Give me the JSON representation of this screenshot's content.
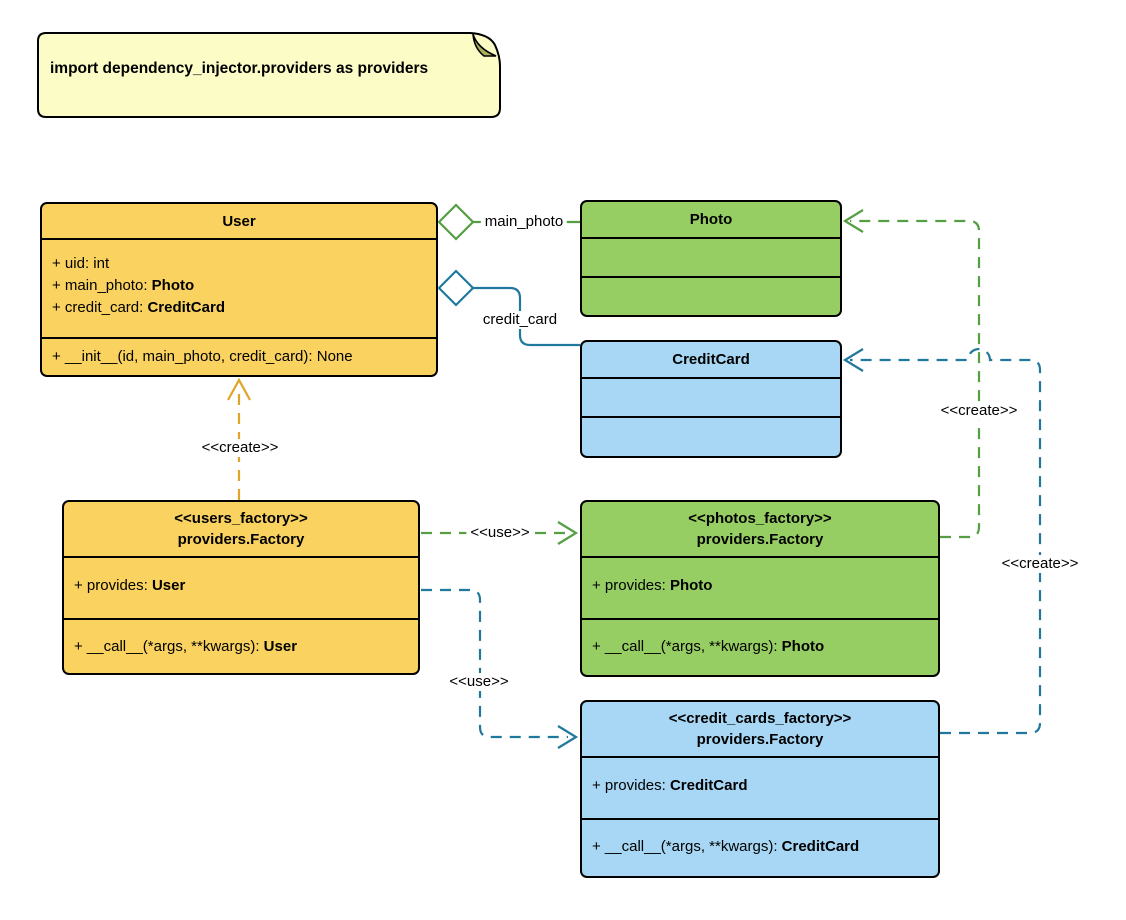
{
  "note": {
    "text": "import dependency_injector.providers as providers"
  },
  "classes": {
    "user": {
      "title": "User",
      "attributes": [
        {
          "text": "+ uid: int",
          "type": ""
        },
        {
          "text": "+ main_photo: ",
          "type": "Photo"
        },
        {
          "text": "+ credit_card: ",
          "type": "CreditCard"
        }
      ],
      "methods": [
        {
          "text": "+ __init__(id, main_photo, credit_card): None",
          "type": ""
        }
      ]
    },
    "photo": {
      "title": "Photo"
    },
    "credit_card": {
      "title": "CreditCard"
    },
    "users_factory": {
      "stereotype": "<<users_factory>>",
      "title": "providers.Factory",
      "attributes": [
        {
          "text": "+ provides: ",
          "type": "User"
        }
      ],
      "methods": [
        {
          "text": "+ __call__(*args, **kwargs): ",
          "type": "User"
        }
      ]
    },
    "photos_factory": {
      "stereotype": "<<photos_factory>>",
      "title": "providers.Factory",
      "attributes": [
        {
          "text": "+ provides: ",
          "type": "Photo"
        }
      ],
      "methods": [
        {
          "text": "+ __call__(*args, **kwargs): ",
          "type": "Photo"
        }
      ]
    },
    "credit_cards_factory": {
      "stereotype": "<<credit_cards_factory>>",
      "title": "providers.Factory",
      "attributes": [
        {
          "text": "+ provides: ",
          "type": "CreditCard"
        }
      ],
      "methods": [
        {
          "text": "+ __call__(*args, **kwargs): ",
          "type": "CreditCard"
        }
      ]
    }
  },
  "edges": {
    "create_user": {
      "label": "<<create>>"
    },
    "main_photo": {
      "label": "main_photo"
    },
    "credit_card": {
      "label": "credit_card"
    },
    "use_photos": {
      "label": "<<use>>"
    },
    "use_credit_cards": {
      "label": "<<use>>"
    },
    "create_photo": {
      "label": "<<create>>"
    },
    "create_credit_card": {
      "label": "<<create>>"
    }
  },
  "colors": {
    "yellow_fill": "#FAD25F",
    "green_fill": "#97CE64",
    "blue_fill": "#A7D7F4",
    "note_fill": "#FBFCC6",
    "note_fold": "#ABAE5C",
    "orange_line": "#E0A528",
    "green_line": "#559E44",
    "blue_line": "#20799C",
    "border": "#000000"
  }
}
